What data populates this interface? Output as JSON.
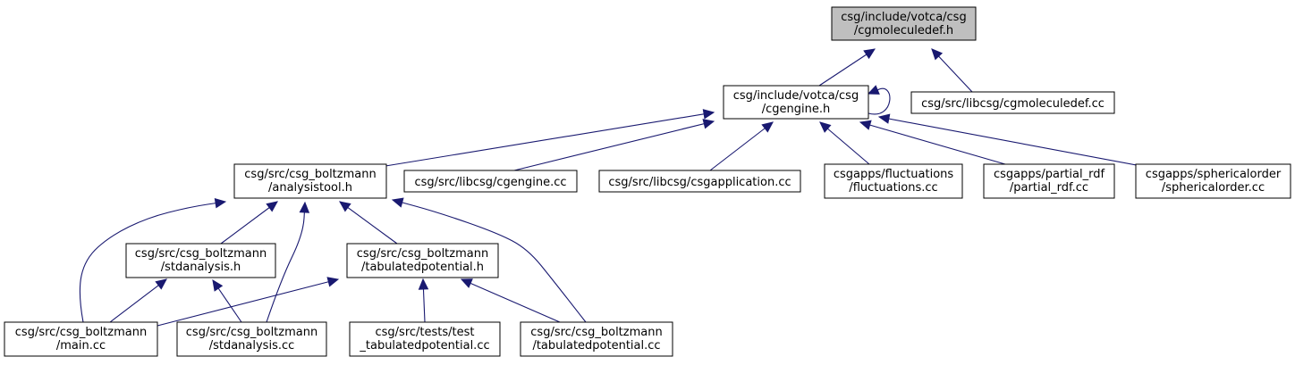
{
  "colors": {
    "edge": "#191970",
    "root_fill": "#bfbfbf",
    "node_fill": "#ffffff",
    "node_border": "#000000"
  },
  "nodes": {
    "cgmoleculedef_h": {
      "lines": [
        "csg/include/votca/csg",
        "/cgmoleculedef.h"
      ],
      "root": true
    },
    "cgengine_h": {
      "lines": [
        "csg/include/votca/csg",
        "/cgengine.h"
      ]
    },
    "cgmoleculedef_cc": {
      "lines": [
        "csg/src/libcsg/cgmoleculedef.cc"
      ]
    },
    "analysistool_h": {
      "lines": [
        "csg/src/csg_boltzmann",
        "/analysistool.h"
      ]
    },
    "cgengine_cc": {
      "lines": [
        "csg/src/libcsg/cgengine.cc"
      ]
    },
    "csgapplication_cc": {
      "lines": [
        "csg/src/libcsg/csgapplication.cc"
      ]
    },
    "fluctuations_cc": {
      "lines": [
        "csgapps/fluctuations",
        "/fluctuations.cc"
      ]
    },
    "partial_rdf_cc": {
      "lines": [
        "csgapps/partial_rdf",
        "/partial_rdf.cc"
      ]
    },
    "sphericalorder_cc": {
      "lines": [
        "csgapps/sphericalorder",
        "/sphericalorder.cc"
      ]
    },
    "stdanalysis_h": {
      "lines": [
        "csg/src/csg_boltzmann",
        "/stdanalysis.h"
      ]
    },
    "tabulatedpotential_h": {
      "lines": [
        "csg/src/csg_boltzmann",
        "/tabulatedpotential.h"
      ]
    },
    "main_cc": {
      "lines": [
        "csg/src/csg_boltzmann",
        "/main.cc"
      ]
    },
    "stdanalysis_cc": {
      "lines": [
        "csg/src/csg_boltzmann",
        "/stdanalysis.cc"
      ]
    },
    "test_tabulatedpotential_cc": {
      "lines": [
        "csg/src/tests/test",
        "_tabulatedpotential.cc"
      ]
    },
    "tabulatedpotential_cc": {
      "lines": [
        "csg/src/csg_boltzmann",
        "/tabulatedpotential.cc"
      ]
    }
  },
  "edges": [
    {
      "from": "cgengine_h",
      "to": "cgmoleculedef_h"
    },
    {
      "from": "cgmoleculedef_cc",
      "to": "cgmoleculedef_h"
    },
    {
      "from": "cgengine_h",
      "to": "cgengine_h"
    },
    {
      "from": "analysistool_h",
      "to": "cgengine_h"
    },
    {
      "from": "cgengine_cc",
      "to": "cgengine_h"
    },
    {
      "from": "csgapplication_cc",
      "to": "cgengine_h"
    },
    {
      "from": "fluctuations_cc",
      "to": "cgengine_h"
    },
    {
      "from": "partial_rdf_cc",
      "to": "cgengine_h"
    },
    {
      "from": "sphericalorder_cc",
      "to": "cgengine_h"
    },
    {
      "from": "main_cc",
      "to": "analysistool_h"
    },
    {
      "from": "stdanalysis_h",
      "to": "analysistool_h"
    },
    {
      "from": "stdanalysis_cc",
      "to": "analysistool_h"
    },
    {
      "from": "tabulatedpotential_h",
      "to": "analysistool_h"
    },
    {
      "from": "tabulatedpotential_cc",
      "to": "analysistool_h"
    },
    {
      "from": "main_cc",
      "to": "stdanalysis_h"
    },
    {
      "from": "stdanalysis_cc",
      "to": "stdanalysis_h"
    },
    {
      "from": "main_cc",
      "to": "tabulatedpotential_h"
    },
    {
      "from": "test_tabulatedpotential_cc",
      "to": "tabulatedpotential_h"
    },
    {
      "from": "tabulatedpotential_cc",
      "to": "tabulatedpotential_h"
    }
  ]
}
